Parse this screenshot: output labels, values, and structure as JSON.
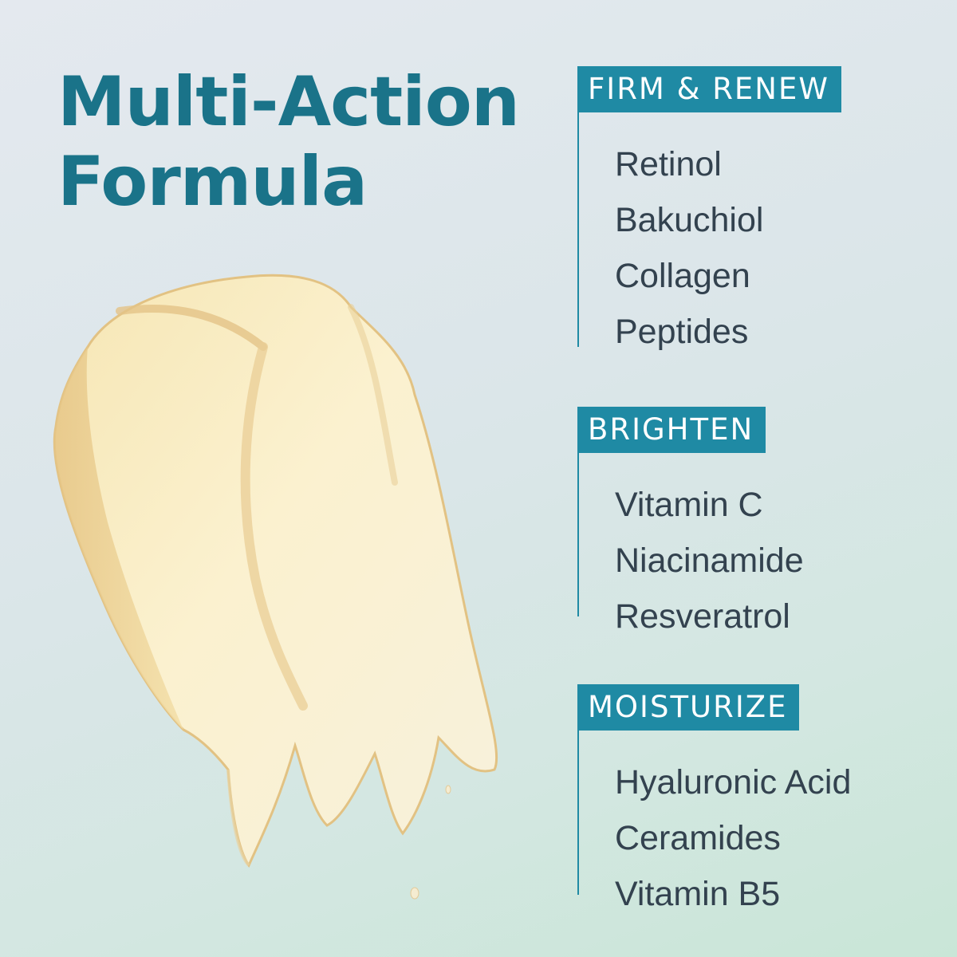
{
  "colors": {
    "headline": "#1a7389",
    "badge": "#1f8aa4",
    "ingredient_text": "#33424f",
    "cream_light": "#fdf7dc",
    "cream_dark": "#e9cc8e"
  },
  "headline": {
    "line1": "Multi-Action",
    "line2": "Formula"
  },
  "image": {
    "icon": "cream-swatch"
  },
  "groups": [
    {
      "label": "FIRM & RENEW",
      "ingredients": [
        "Retinol",
        "Bakuchiol",
        "Collagen",
        "Peptides"
      ]
    },
    {
      "label": "BRIGHTEN",
      "ingredients": [
        "Vitamin C",
        "Niacinamide",
        "Resveratrol"
      ]
    },
    {
      "label": "MOISTURIZE",
      "ingredients": [
        "Hyaluronic Acid",
        "Ceramides",
        "Vitamin B5"
      ]
    }
  ]
}
